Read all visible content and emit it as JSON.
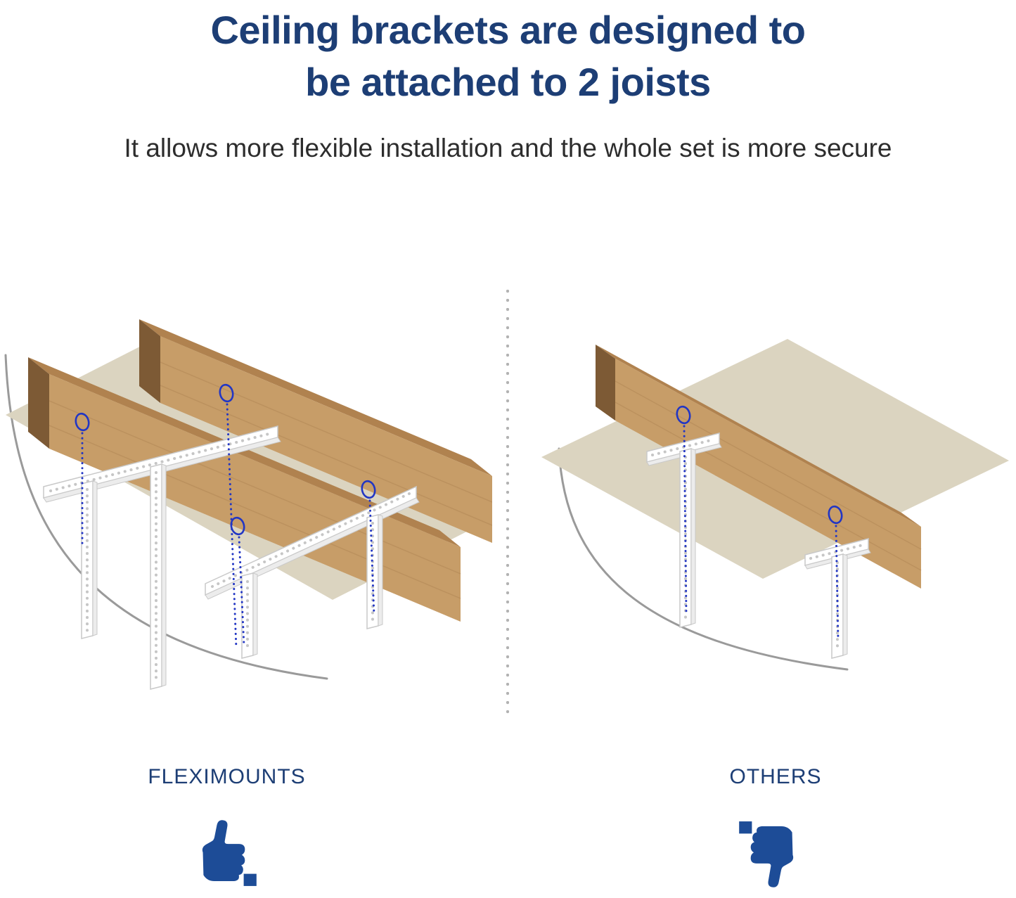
{
  "title": {
    "line1": "Ceiling brackets are designed to",
    "line2": "be attached to 2 joists"
  },
  "subtitle": "It allows more flexible installation and the whole set is more secure",
  "panels": {
    "left": {
      "label": "FLEXIMOUNTS",
      "verdict": "positive",
      "icon": "thumbs-up-icon",
      "depicts": "ceiling bracket attached across 2 joists with 4 screw points"
    },
    "right": {
      "label": "OTHERS",
      "verdict": "negative",
      "icon": "thumbs-down-icon",
      "depicts": "ceiling bracket attached to a single joist with 2 screw points"
    }
  },
  "colors": {
    "title_color": "#1d3e75",
    "subtitle_color": "#2d2d2d",
    "label_color": "#1d3e75",
    "thumb_color": "#1d4c97",
    "marker_blue": "#2236c4",
    "ceiling_color": "#dbd4c0",
    "joist_front": "#c79d68",
    "joist_top": "#b0824f",
    "joist_end": "#7d5a35",
    "grain_color": "#b98f5c",
    "bracket_stroke": "#c9c9c9",
    "swoosh_color": "#9a9a9a",
    "divider_color": "#b3b3b3"
  }
}
